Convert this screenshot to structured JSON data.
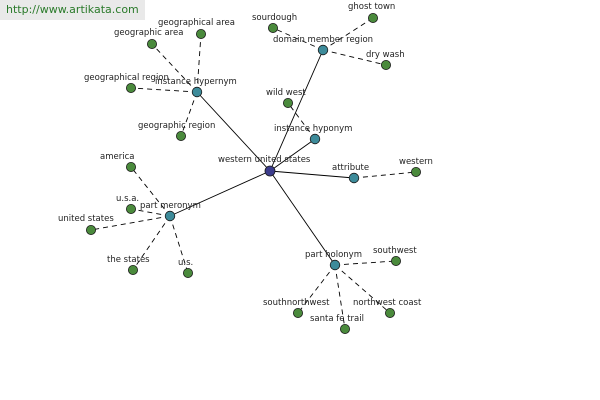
{
  "watermark": "http://www.artikata.com",
  "colors": {
    "center": "#3c3c8c",
    "relation": "#3d8b9a",
    "leaf": "#4a8a3c",
    "stroke": "#1a1a1a",
    "edge": "#000000"
  },
  "center": {
    "id": "c",
    "label": "western united states"
  },
  "relations": [
    {
      "id": "r1",
      "label": "instance hypernym"
    },
    {
      "id": "r2",
      "label": "domain member region"
    },
    {
      "id": "r3",
      "label": "instance hyponym"
    },
    {
      "id": "r4",
      "label": "attribute"
    },
    {
      "id": "r5",
      "label": "part meronym"
    },
    {
      "id": "r6",
      "label": "part holonym"
    }
  ],
  "leaves": [
    {
      "id": "l1",
      "rel": "r1",
      "label": "geographical area"
    },
    {
      "id": "l2",
      "rel": "r1",
      "label": "geographic area"
    },
    {
      "id": "l3",
      "rel": "r1",
      "label": "geographical region"
    },
    {
      "id": "l4",
      "rel": "r1",
      "label": "geographic region"
    },
    {
      "id": "l5",
      "rel": "r2",
      "label": "sourdough"
    },
    {
      "id": "l6",
      "rel": "r2",
      "label": "ghost town"
    },
    {
      "id": "l7",
      "rel": "r2",
      "label": "dry wash"
    },
    {
      "id": "l8",
      "rel": "r3",
      "label": "wild west"
    },
    {
      "id": "l9",
      "rel": "r4",
      "label": "western"
    },
    {
      "id": "l10",
      "rel": "r5",
      "label": "america"
    },
    {
      "id": "l11",
      "rel": "r5",
      "label": "u.s.a."
    },
    {
      "id": "l12",
      "rel": "r5",
      "label": "united states"
    },
    {
      "id": "l13",
      "rel": "r5",
      "label": "the states"
    },
    {
      "id": "l14",
      "rel": "r5",
      "label": "u.s."
    },
    {
      "id": "l15",
      "rel": "r6",
      "label": "southwest"
    },
    {
      "id": "l16",
      "rel": "r6",
      "label": "southnorthwest"
    },
    {
      "id": "l17",
      "rel": "r6",
      "label": "santa fe trail"
    },
    {
      "id": "l18",
      "rel": "r6",
      "label": "northwest coast"
    }
  ]
}
